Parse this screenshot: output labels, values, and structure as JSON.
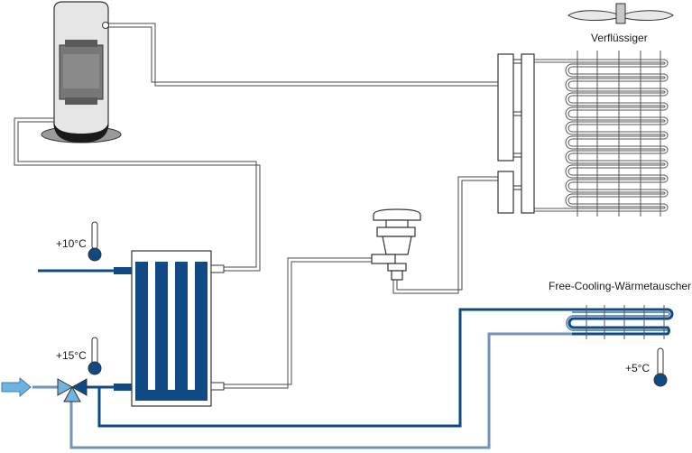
{
  "labels": {
    "condenser": "Verflüssiger",
    "free_cooling": "Free-Cooling-Wärmetauscher",
    "temp_top": "+10°C",
    "temp_mid": "+15°C",
    "temp_right": "+5°C"
  },
  "colors": {
    "hx_blue": "#0f4a85",
    "pipe_dark": "#0f4a85",
    "pipe_light": "#6f95b8",
    "arrow": "#6fb3e0",
    "gray_dark": "#9a9a9a",
    "gray_light": "#d9d9d9"
  },
  "icons": [
    "compressor-icon",
    "fan-icon",
    "thermometer-icon",
    "three-way-valve-icon",
    "expansion-valve-icon"
  ]
}
